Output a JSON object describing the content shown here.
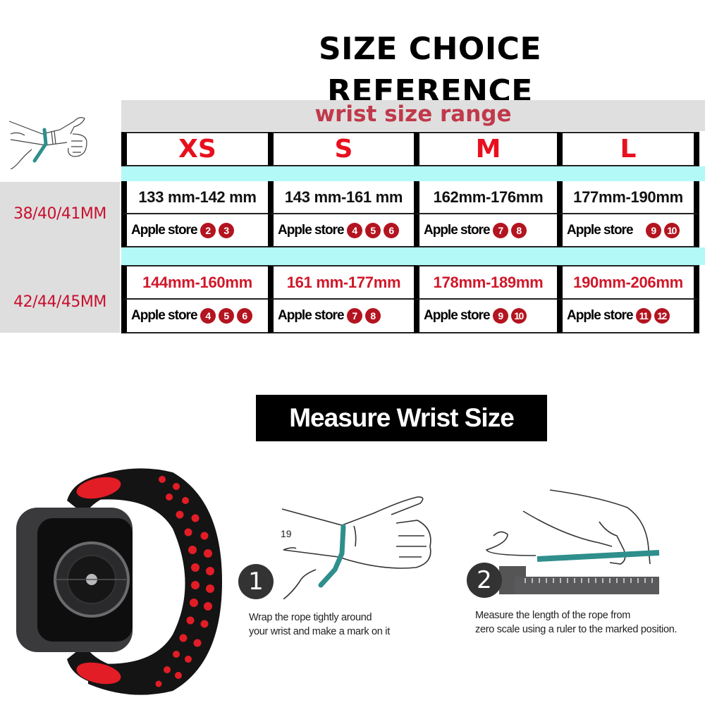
{
  "title": "SIZE CHOICE REFERENCE",
  "header": {
    "wrist_size_range": "wrist size range"
  },
  "sizes": [
    "XS",
    "S",
    "M",
    "L"
  ],
  "case_groups": [
    {
      "label": "38/40/41MM",
      "ranges": [
        "133 mm-142 mm",
        "143 mm-161 mm",
        "162mm-176mm",
        "177mm-190mm"
      ],
      "range_color": "#111111",
      "stores": [
        {
          "label": "Apple store",
          "badges": [
            "2",
            "3"
          ]
        },
        {
          "label": "Apple store",
          "badges": [
            "4",
            "5",
            "6"
          ]
        },
        {
          "label": "Apple store",
          "badges": [
            "7",
            "8"
          ]
        },
        {
          "label": "Apple store",
          "badges": [
            "9",
            "10"
          ]
        }
      ]
    },
    {
      "label": "42/44/45MM",
      "ranges": [
        "144mm-160mm",
        "161 mm-177mm",
        "178mm-189mm",
        "190mm-206mm"
      ],
      "range_color": "#d0182a",
      "stores": [
        {
          "label": "Apple store",
          "badges": [
            "4",
            "5",
            "6"
          ]
        },
        {
          "label": "Apple store",
          "badges": [
            "7",
            "8"
          ]
        },
        {
          "label": "Apple store",
          "badges": [
            "9",
            "10"
          ]
        },
        {
          "label": "Apple store",
          "badges": [
            "11",
            "12"
          ]
        }
      ]
    }
  ],
  "measure": {
    "heading": "Measure Wrist Size",
    "steps": [
      {
        "number": "1",
        "illustration_label": "19",
        "caption_line1": "Wrap the rope tightly around",
        "caption_line2": "your wrist and make a mark on it"
      },
      {
        "number": "2",
        "caption_line1": "Measure the length of the rope from",
        "caption_line2": "zero scale using a ruler to the marked position."
      }
    ]
  },
  "colors": {
    "accent_red": "#e8101e",
    "header_red": "#c0394a",
    "badge_red": "#b3141f",
    "cyan_band": "#b2f9f7",
    "gray_panel": "#dedede",
    "rope_teal": "#2f8f8c"
  }
}
